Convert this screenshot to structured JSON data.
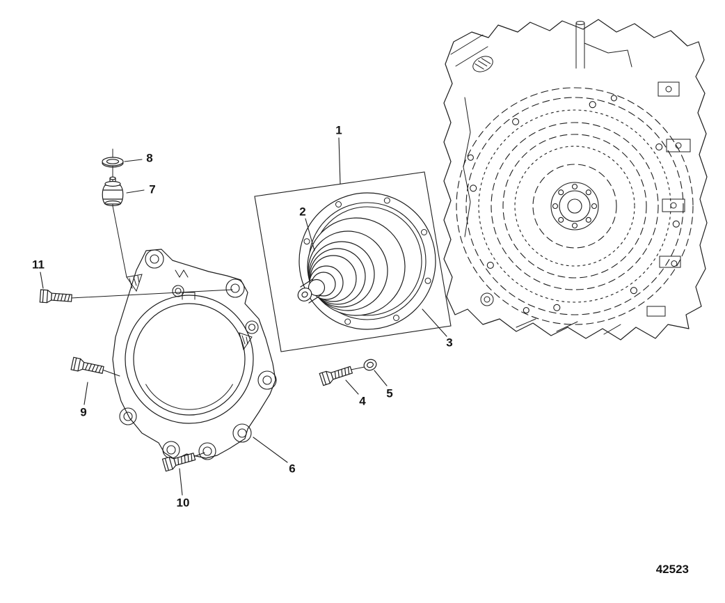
{
  "figure": {
    "drawing_number": "42523",
    "type": "exploded-parts-diagram"
  },
  "colors": {
    "ink": "#1c1c1c",
    "background": "#ffffff"
  },
  "callouts": [
    {
      "label": "1"
    },
    {
      "label": "2"
    },
    {
      "label": "3"
    },
    {
      "label": "4"
    },
    {
      "label": "5"
    },
    {
      "label": "6"
    },
    {
      "label": "7"
    },
    {
      "label": "8"
    },
    {
      "label": "9"
    },
    {
      "label": "10"
    },
    {
      "label": "11"
    }
  ]
}
